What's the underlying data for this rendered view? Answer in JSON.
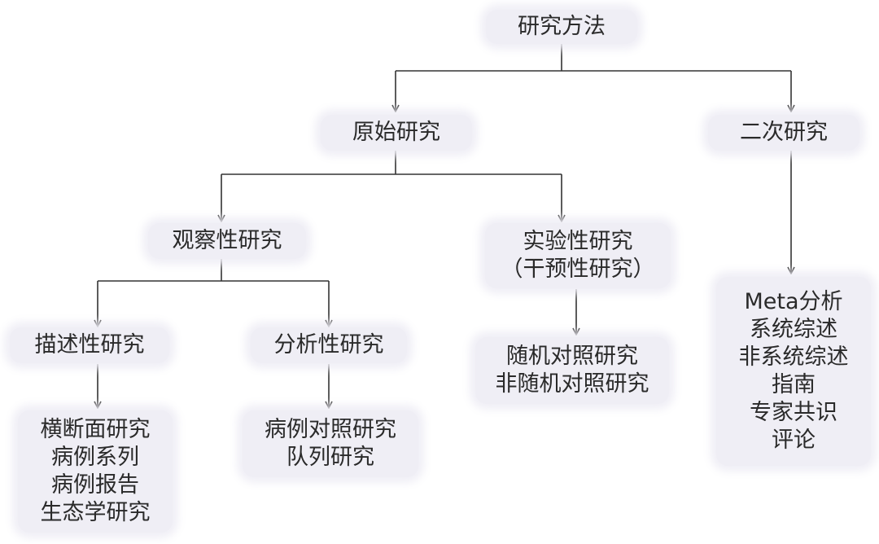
{
  "nodes": {
    "root": [
      "研究方法"
    ],
    "original": [
      "原始研究"
    ],
    "secondary": [
      "二次研究"
    ],
    "observational": [
      "观察性研究"
    ],
    "experimental": [
      "实验性研究",
      "（干预性研究）"
    ],
    "descriptive": [
      "描述性研究"
    ],
    "analytical": [
      "分析性研究"
    ],
    "descriptive_types": [
      "横断面研究",
      "病例系列",
      "病例报告",
      "生态学研究"
    ],
    "analytical_types": [
      "病例对照研究",
      "队列研究"
    ],
    "experimental_types": [
      "随机对照研究",
      "非随机对照研究"
    ],
    "secondary_types": [
      "Meta分析",
      "系统综述",
      "非系统综述",
      "指南",
      "专家共识",
      "评论"
    ]
  },
  "colors": {
    "box": "#efeef5",
    "line": "#333333",
    "text": "#2a2a2a"
  }
}
